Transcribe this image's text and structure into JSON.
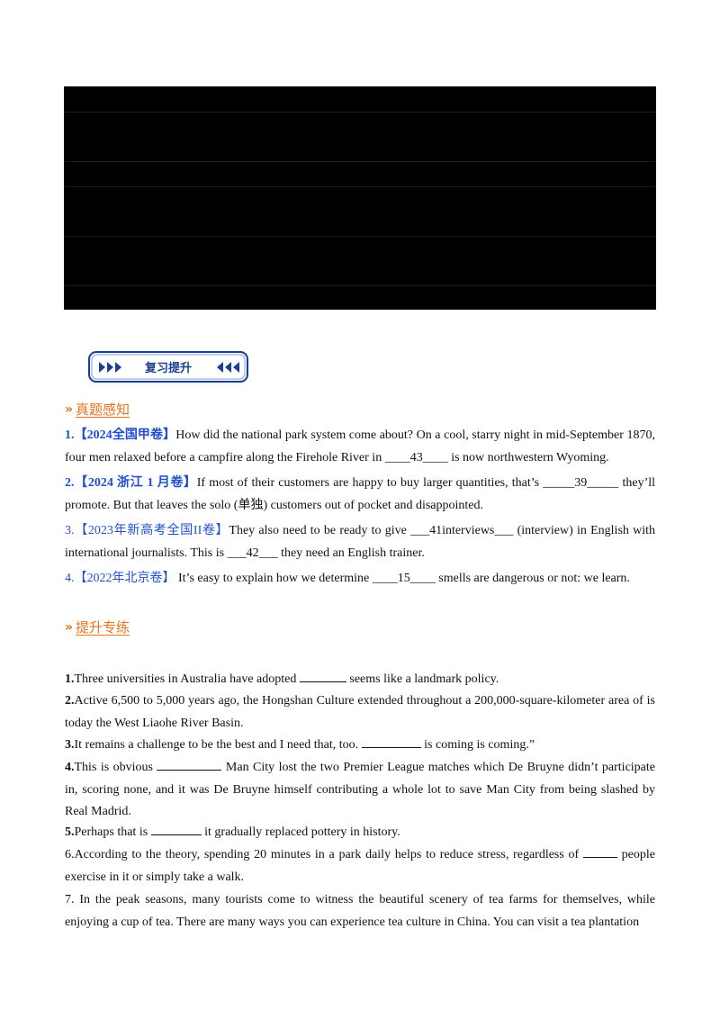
{
  "banner": {
    "label": "复习提升"
  },
  "section1": {
    "title": "真题感知"
  },
  "section2": {
    "title": "提升专练"
  },
  "exam_items": [
    {
      "num": "1.",
      "tag": "【2024全国甲卷】",
      "pre": "How did the national park system come about? On a cool, starry night in mid-September 1870, four men relaxed before a campfire along the Firehole River in ",
      "blank": "____43____",
      "post": " is now northwestern Wyoming."
    },
    {
      "num": "2.",
      "tag": "【2024 浙江 1 月卷】",
      "pre": "If most of their customers are happy to buy larger quantities, that’s ",
      "blank": "_____39_____",
      "post": " they’ll promote. But that leaves the solo (单独) customers out of pocket and disappointed."
    },
    {
      "num": "3.",
      "tag": "【2023年新高考全国II卷】",
      "pre": "They also need to be ready to give ",
      "blank": "___41interviews___",
      "post": " (interview) in English with international journalists. This is ",
      "blank2": "___42___",
      "post2": " they need an English trainer."
    },
    {
      "num": "4.",
      "tag": "【2022年北京卷】",
      "pre": "  It’s easy to explain how we determine ",
      "blank": "____15____",
      "post": " smells are dangerous or not: we learn."
    }
  ],
  "practice_items": [
    {
      "num": "1.",
      "text_a": "Three universities in Australia have adopted ",
      "text_b": " seems like a landmark policy."
    },
    {
      "num": "2.",
      "text_a": "Active 6,500 to 5,000 years ago, the Hongshan Culture extended throughout a 200,000-square-kilometer area of is today the West Liaohe River Basin.",
      "text_b": ""
    },
    {
      "num": "3.",
      "text_a": "It remains a challenge to be the best and I need that, too. ",
      "text_b": " is coming is coming.”"
    },
    {
      "num": "4.",
      "text_a": "This is obvious ",
      "text_b": " Man City lost the two Premier League matches which De Bruyne didn’t participate in, scoring none, and it was De Bruyne himself contributing a whole lot to save Man City from being slashed by Real Madrid."
    },
    {
      "num": "5.",
      "text_a": "Perhaps that is ",
      "text_b": " it gradually replaced pottery in history."
    },
    {
      "num": "6.",
      "text_a": "According to the theory, spending 20 minutes in a park daily helps to reduce stress, regardless of ",
      "text_b": " people exercise in it or simply take a walk."
    },
    {
      "num": "7.",
      "text_a": " In the peak seasons, many tourists come to witness the beautiful scenery of tea farms for themselves, while enjoying a cup of tea. There are many ways you can experience tea culture in China. You can visit a tea plantation",
      "text_b": ""
    }
  ]
}
